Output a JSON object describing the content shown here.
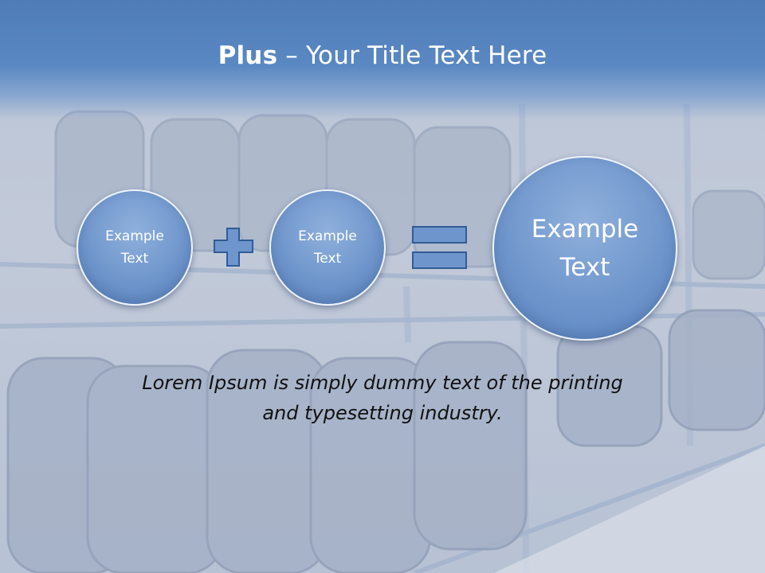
{
  "title": {
    "bold": "Plus",
    "rest": " – Your Title Text Here"
  },
  "circles": [
    {
      "label": "Example\nText"
    },
    {
      "label": "Example\nText"
    },
    {
      "label": "Example\nText"
    }
  ],
  "operators": [
    "plus-icon",
    "equals-icon"
  ],
  "body_text": "Lorem Ipsum is simply dummy text of the printing\nand typesetting industry.",
  "colors": {
    "header": "#5080bc",
    "circle": "#6f96cc",
    "operator_border": "#2f5c95",
    "text": "#111111"
  }
}
